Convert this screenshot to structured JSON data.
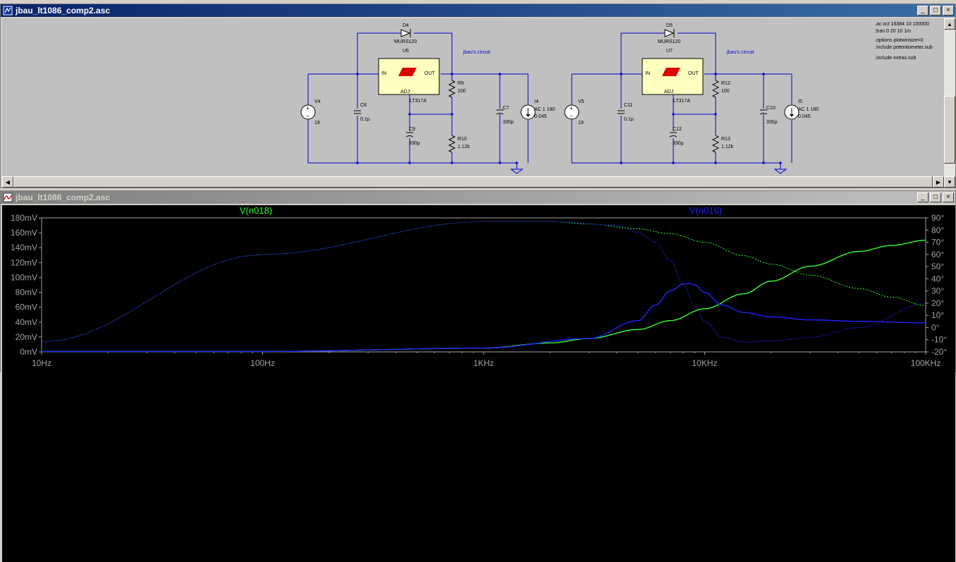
{
  "schematic_window": {
    "title": "jbau_lt1086_comp2.asc",
    "directives": [
      ".ac oct 16384 10 100000",
      ";tran 0 20 10 1m",
      ".options plotwinsize=0",
      ".include potentiometer.sub",
      ".include extras.sub"
    ],
    "circuits": [
      {
        "diode": {
          "name": "D4",
          "model": "MURS120"
        },
        "regulator": {
          "name": "U6",
          "model": "LT317A",
          "in": "IN",
          "out": "OUT",
          "adj": "ADJ"
        },
        "label": "jbau's circuit",
        "source": {
          "name": "V4",
          "value": "19"
        },
        "c_in": {
          "name": "C8",
          "value": "0.1µ"
        },
        "c_adj": {
          "name": "C9",
          "value": "330µ"
        },
        "r_top": {
          "name": "R9",
          "value": "100"
        },
        "r_bot": {
          "name": "R10",
          "value": "1.12k"
        },
        "c_out": {
          "name": "C7",
          "value": "330µ"
        },
        "load": {
          "name": "I4",
          "value": "AC 1 180",
          "value2": "0.045"
        }
      },
      {
        "diode": {
          "name": "D5",
          "model": "MURS120"
        },
        "regulator": {
          "name": "U7",
          "model": "LT317A",
          "in": "IN",
          "out": "OUT",
          "adj": "ADJ"
        },
        "label": "jbau's circuit",
        "source": {
          "name": "V5",
          "value": "19"
        },
        "c_in": {
          "name": "C11",
          "value": "0.1µ"
        },
        "c_adj": {
          "name": "C12",
          "value": "330µ"
        },
        "r_top": {
          "name": "R12",
          "value": "100"
        },
        "r_bot": {
          "name": "R13",
          "value": "1.12k"
        },
        "c_out": {
          "name": "C10",
          "value": "330µ"
        },
        "load": {
          "name": "I5",
          "value": "AC 1 180",
          "value2": "0.045"
        }
      }
    ]
  },
  "plot_window": {
    "title": "jbau_lt1086_comp2.asc"
  },
  "chart_data": {
    "type": "line",
    "x_scale": "log",
    "xlim": [
      10,
      100000
    ],
    "x_ticks": [
      10,
      100,
      1000,
      10000,
      100000
    ],
    "x_tick_labels": [
      "10Hz",
      "100Hz",
      "1KHz",
      "10KHz",
      "100KHz"
    ],
    "ylim": [
      0,
      180
    ],
    "y_ticks": [
      0,
      20,
      40,
      60,
      80,
      100,
      120,
      140,
      160,
      180
    ],
    "y_tick_labels": [
      "0mV",
      "20mV",
      "40mV",
      "60mV",
      "80mV",
      "100mV",
      "120mV",
      "140mV",
      "160mV",
      "180mV"
    ],
    "y2lim": [
      -20,
      90
    ],
    "y2_ticks": [
      -20,
      -10,
      0,
      10,
      20,
      30,
      40,
      50,
      60,
      70,
      80,
      90
    ],
    "y2_tick_labels": [
      "-20°",
      "-10°",
      "0°",
      "10°",
      "20°",
      "30°",
      "40°",
      "50°",
      "60°",
      "70°",
      "80°",
      "90°"
    ],
    "grid": false,
    "series": [
      {
        "name": "V(n018)",
        "color": "#33ff33",
        "magnitude": {
          "x": [
            10,
            100,
            1000,
            2000,
            3000,
            5000,
            7000,
            10000,
            15000,
            20000,
            30000,
            50000,
            70000,
            100000
          ],
          "y": [
            0.5,
            0.5,
            5,
            12,
            18,
            30,
            42,
            58,
            78,
            95,
            115,
            135,
            143,
            150
          ]
        },
        "phase": {
          "x": [
            10,
            100,
            1000,
            2000,
            3000,
            5000,
            7000,
            10000,
            15000,
            20000,
            30000,
            50000,
            70000,
            100000
          ],
          "y": [
            -12,
            60,
            87,
            87,
            85,
            81,
            77,
            70,
            59,
            52,
            43,
            32,
            25,
            18
          ]
        }
      },
      {
        "name": "V(n016)",
        "color": "#2222ff",
        "magnitude": {
          "x": [
            10,
            100,
            1000,
            3000,
            5000,
            6000,
            7000,
            8000,
            8500,
            9000,
            10000,
            12000,
            15000,
            20000,
            30000,
            50000,
            100000
          ],
          "y": [
            0.5,
            0.5,
            5,
            18,
            42,
            63,
            82,
            91,
            92,
            90,
            80,
            63,
            53,
            47,
            43,
            41,
            39
          ]
        },
        "phase": {
          "x": [
            10,
            100,
            1000,
            2000,
            4000,
            5000,
            6000,
            7000,
            8000,
            9000,
            10000,
            12000,
            15000,
            20000,
            30000,
            50000,
            100000
          ],
          "y": [
            -12,
            60,
            87,
            87,
            84,
            78,
            70,
            55,
            35,
            18,
            5,
            -8,
            -12,
            -11,
            -8,
            0,
            20
          ]
        }
      }
    ]
  }
}
